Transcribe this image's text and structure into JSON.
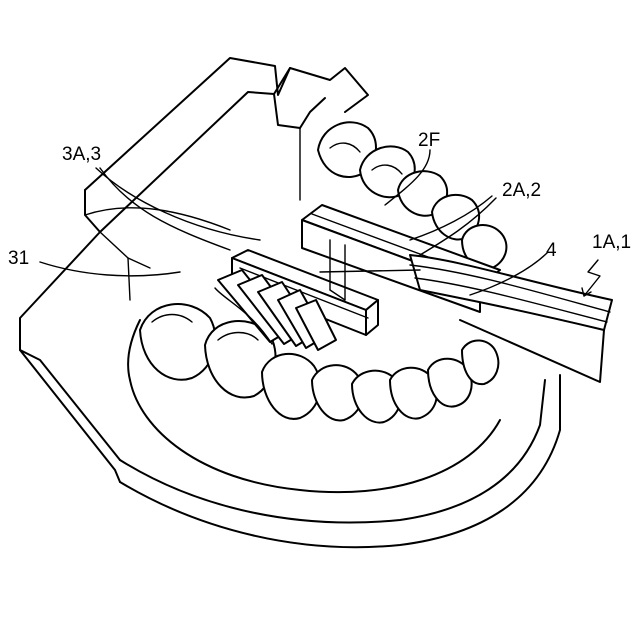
{
  "labels": {
    "handle": "1A,1",
    "bracket": "2A,2",
    "bracket_face": "2F",
    "head": "3A,3",
    "bristles": "31",
    "shaft": "4"
  }
}
